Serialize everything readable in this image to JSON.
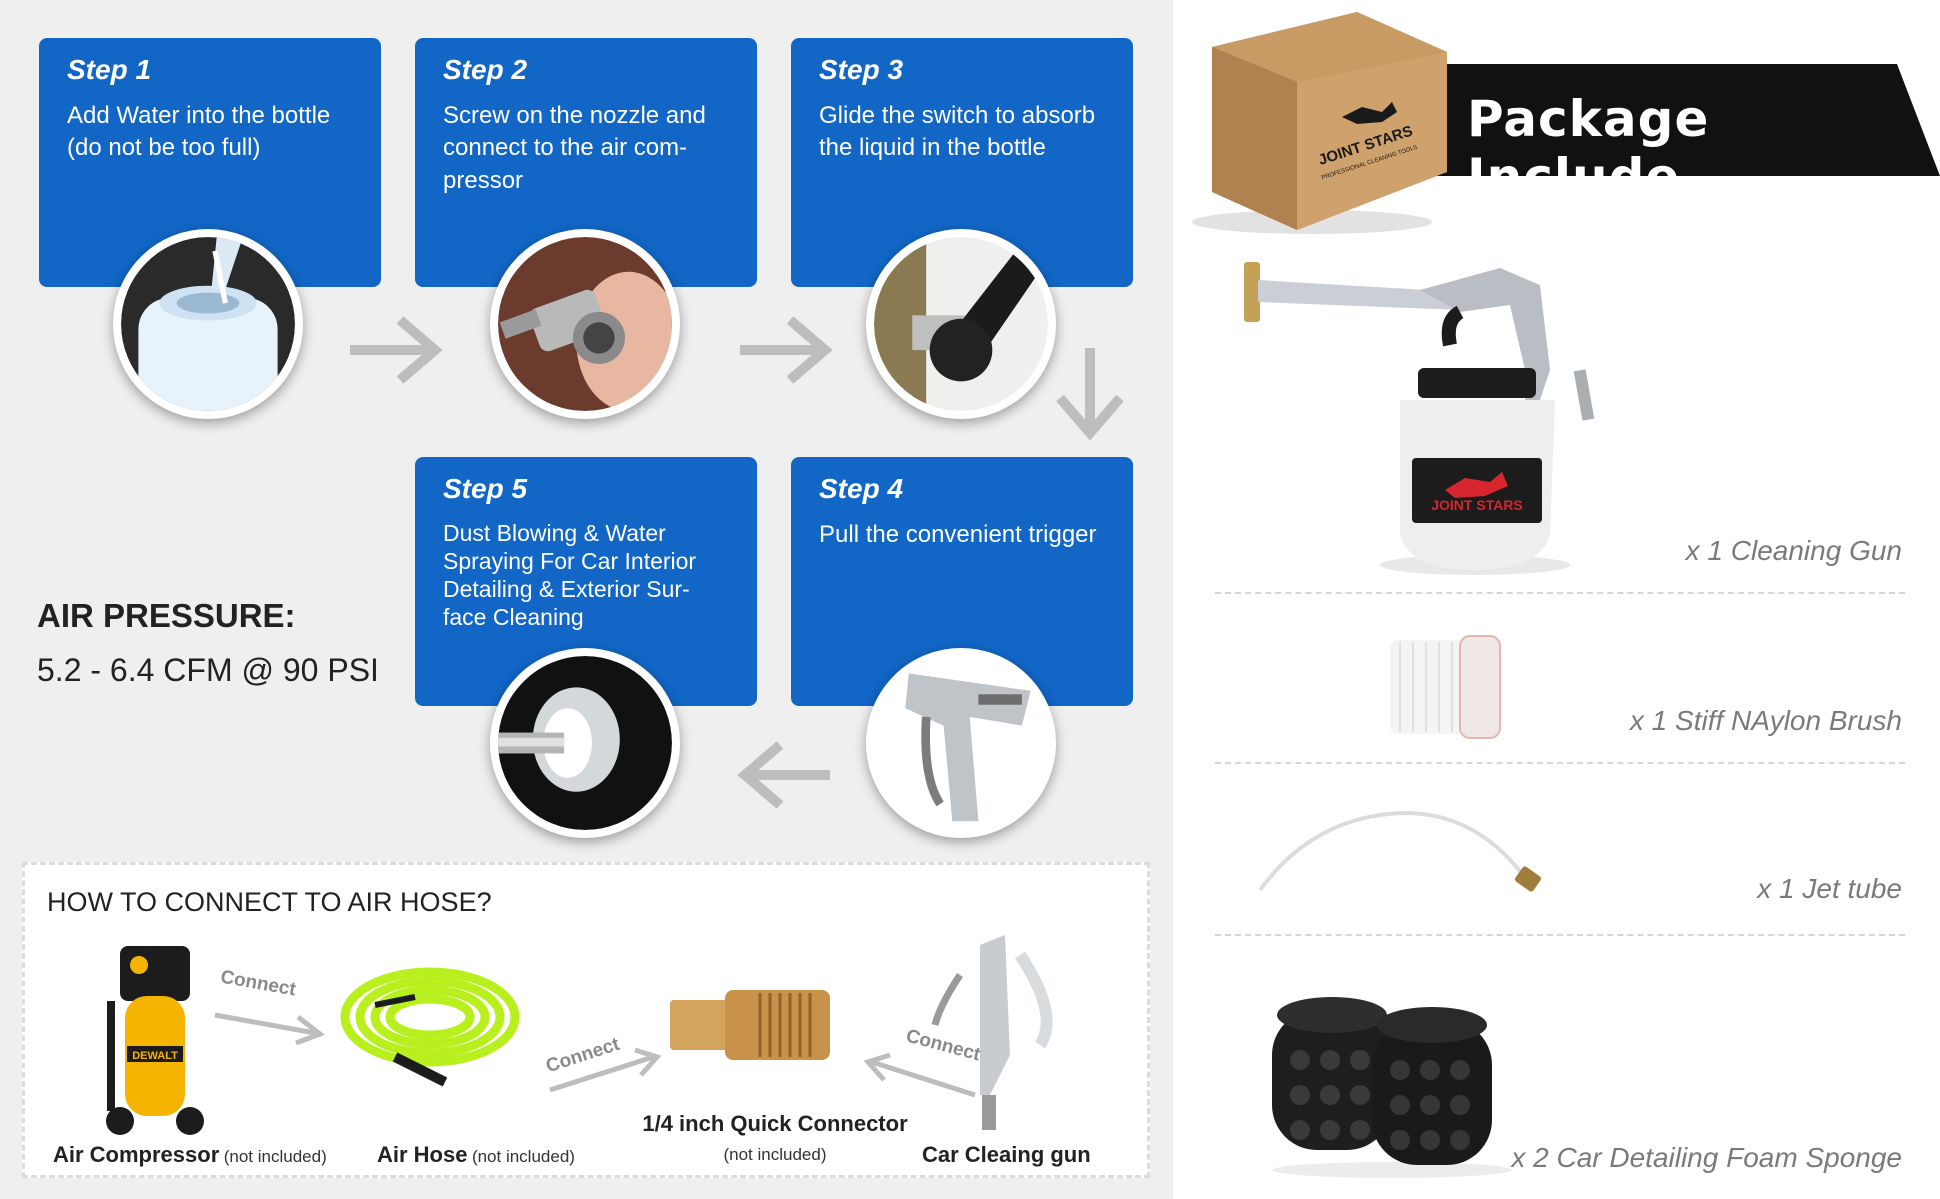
{
  "steps": [
    {
      "title": "Step 1",
      "desc": "Add Water into the bottle (do not be too full)"
    },
    {
      "title": "Step 2",
      "desc": "Screw on the nozzle and connect to the air com-pressor"
    },
    {
      "title": "Step 3",
      "desc": "Glide the switch to absorb the liquid in the bottle"
    },
    {
      "title": "Step 4",
      "desc": "Pull the convenient trigger"
    },
    {
      "title": "Step 5",
      "desc": "Dust Blowing & Water Spraying For Car Interior Detailing & Exterior Sur-face Cleaning"
    }
  ],
  "air_pressure": {
    "title": "AIR PRESSURE:",
    "value": "5.2 - 6.4 CFM @ 90 PSI"
  },
  "connect": {
    "title": "HOW TO CONNECT TO AIR HOSE?",
    "arrow_text": "Connect",
    "items": [
      {
        "label": "Air Compressor",
        "note": "(not included)"
      },
      {
        "label": "Air Hose",
        "note": "(not included)"
      },
      {
        "label": "1/4 inch Quick Connector",
        "note": "(not included)"
      },
      {
        "label": "Car Cleaing gun",
        "note": ""
      }
    ]
  },
  "package": {
    "title": "Package Include",
    "box_brand": "JOINT STARS",
    "box_sub": "PROFESSIONAL CLEANING TOOLS",
    "items": [
      "x 1 Cleaning Gun",
      "x 1 Stiff NAylon Brush",
      "x 1 Jet tube",
      "x 2 Car Detailing Foam Sponge"
    ]
  },
  "bottle_brand": "JOINT STARS",
  "compressor_brand": "DEWALT",
  "colors": {
    "step_blue": "#1166c6",
    "banner_black": "#111111",
    "hose_green": "#b8f01e",
    "compressor_yellow": "#f5b400"
  }
}
